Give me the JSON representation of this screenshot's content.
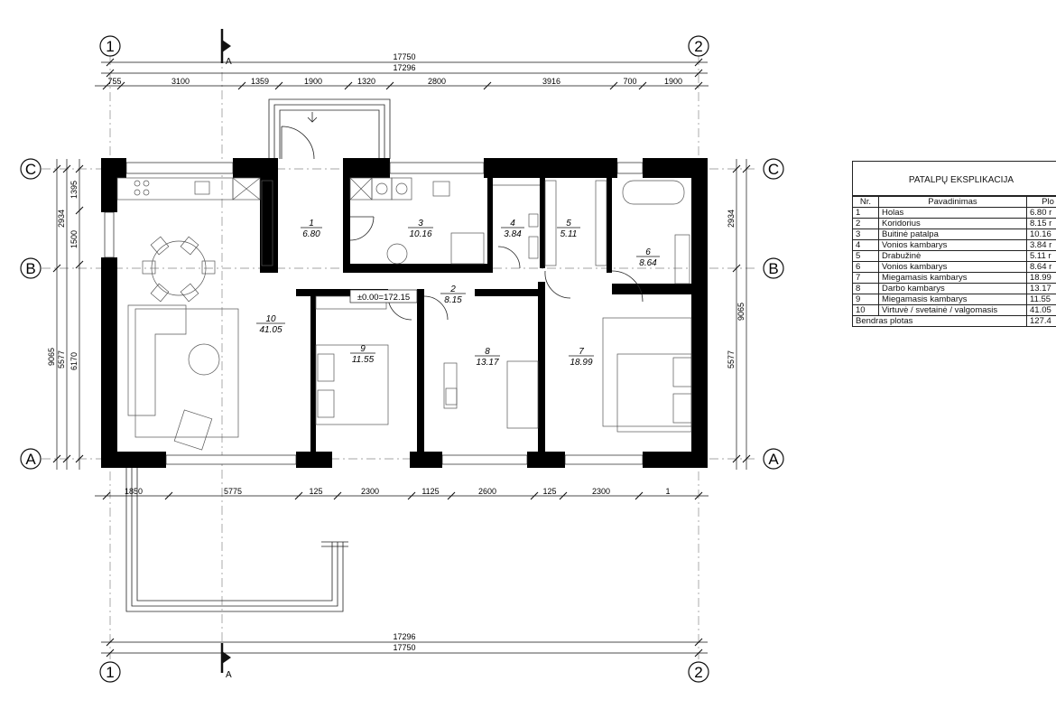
{
  "grid": {
    "axis_1": "1",
    "axis_2": "2",
    "axis_A": "A",
    "axis_B": "B",
    "axis_C": "C",
    "section_mark": "A"
  },
  "dimensions": {
    "top_overall": "17750",
    "top_inner": "17296",
    "top_segments": [
      "755",
      "3100",
      "1359",
      "1900",
      "1320",
      "2800",
      "3916",
      "700",
      "1900"
    ],
    "bottom_segments": [
      "1850",
      "5775",
      "125",
      "2300",
      "1125",
      "2600",
      "125",
      "2300",
      "1"
    ],
    "bottom_inner": "17296",
    "bottom_overall": "17750",
    "left_overall": "9065",
    "left_upper": "2934",
    "left_lower": "5577",
    "left_seg_1395": "1395",
    "left_seg_1500": "1500",
    "left_seg_6170": "6170",
    "right_upper": "2934",
    "right_overall": "9065",
    "right_lower": "5577"
  },
  "level_mark": "±0.00=172.15",
  "rooms": [
    {
      "nr": "1",
      "area": "6.80"
    },
    {
      "nr": "2",
      "area": "8.15"
    },
    {
      "nr": "3",
      "area": "10.16"
    },
    {
      "nr": "4",
      "area": "3.84"
    },
    {
      "nr": "5",
      "area": "5.11"
    },
    {
      "nr": "6",
      "area": "8.64"
    },
    {
      "nr": "7",
      "area": "18.99"
    },
    {
      "nr": "8",
      "area": "13.17"
    },
    {
      "nr": "9",
      "area": "11.55"
    },
    {
      "nr": "10",
      "area": "41.05"
    }
  ],
  "legend": {
    "title": "PATALPŲ EKSPLIKACIJA",
    "col_nr": "Nr.",
    "col_name": "Pavadinimas",
    "col_area": "Plo",
    "rows": [
      {
        "nr": "1",
        "name": "Holas",
        "area": "6.80 r"
      },
      {
        "nr": "2",
        "name": "Koridorius",
        "area": "8.15 r"
      },
      {
        "nr": "3",
        "name": "Buitinė patalpa",
        "area": "10.16"
      },
      {
        "nr": "4",
        "name": "Vonios kambarys",
        "area": "3.84 r"
      },
      {
        "nr": "5",
        "name": "Drabužinė",
        "area": "5.11 r"
      },
      {
        "nr": "6",
        "name": "Vonios kambarys",
        "area": "8.64 r"
      },
      {
        "nr": "7",
        "name": "Miegamasis kambarys",
        "area": "18.99"
      },
      {
        "nr": "8",
        "name": "Darbo kambarys",
        "area": "13.17"
      },
      {
        "nr": "9",
        "name": "Miegamasis kambarys",
        "area": "11.55"
      },
      {
        "nr": "10",
        "name": "Virtuvė / svetainė / valgomasis",
        "area": "41.05"
      }
    ],
    "total_label": "Bendras plotas",
    "total_area": "127.4"
  }
}
